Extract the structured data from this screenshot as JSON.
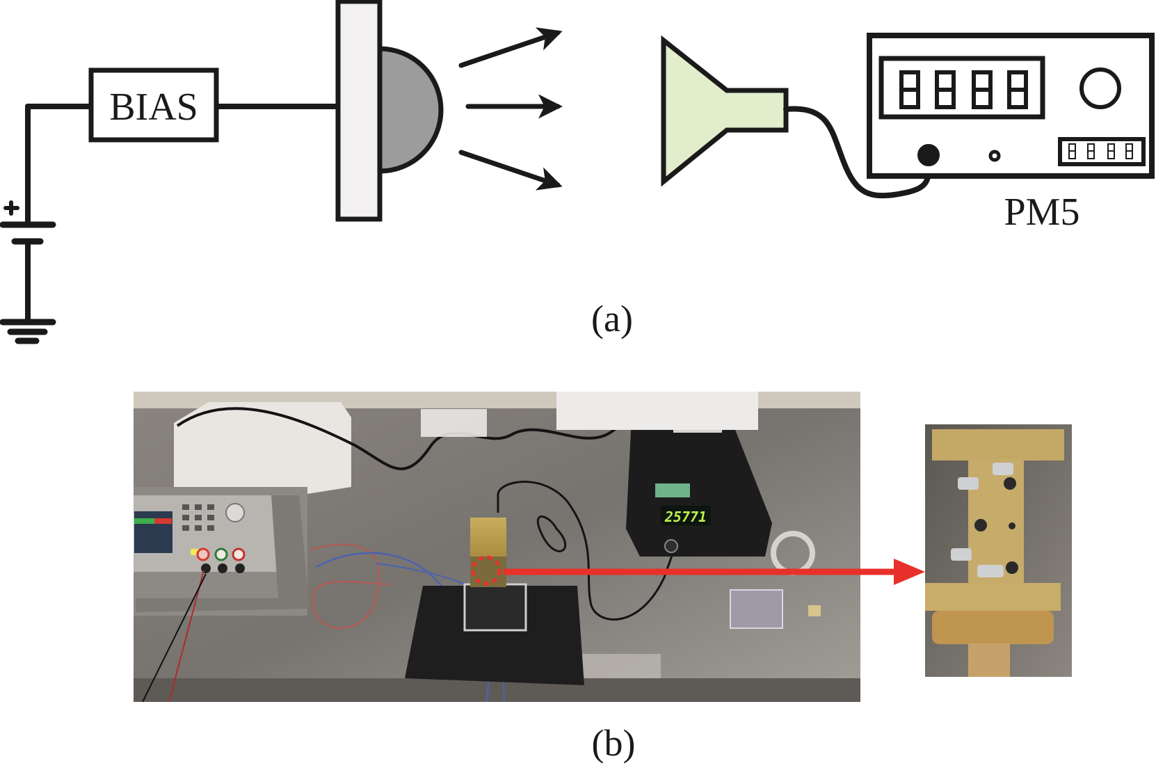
{
  "figure": {
    "panel_a": {
      "label": "(a)",
      "bias_box_label": "BIAS",
      "battery_polarity": "+",
      "instrument_label": "PM5",
      "emission_arrows": 3,
      "instrument_display_digits": 4,
      "instrument_small_display_digits": 4,
      "colors": {
        "stroke": "#1a1a1a",
        "substrate_fill": "#f2f0f0",
        "lens_fill": "#9c9c9c",
        "horn_fill": "#e2edcc"
      }
    },
    "panel_b": {
      "label": "(b)",
      "power_meter_reading": "25771",
      "highlight_color": "#e8302a",
      "photo_description": "Bench setup: DC power supply, source module on mount, power meter with horn and waveguide",
      "inset_description": "Close-up of the gold waveguide device"
    }
  }
}
